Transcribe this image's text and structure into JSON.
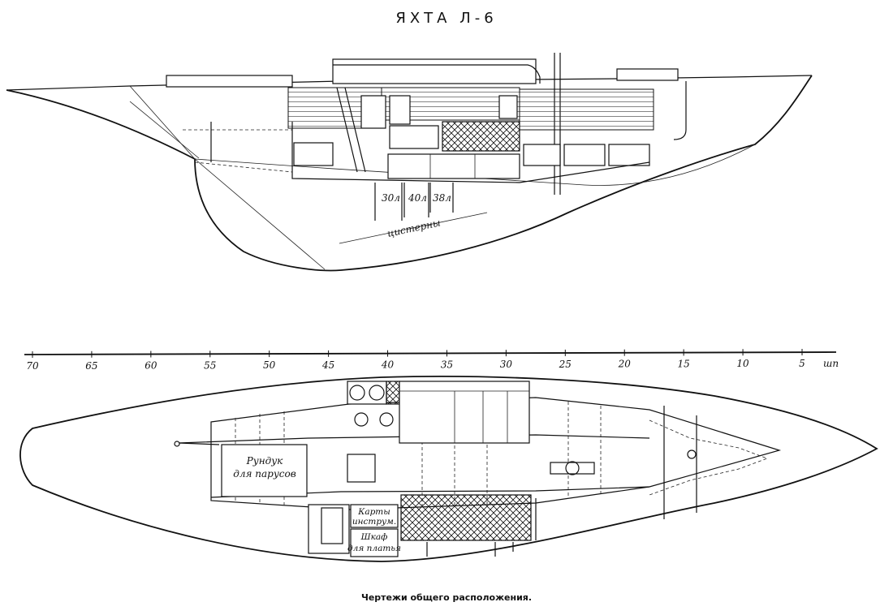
{
  "title": "ЯХТА Л-6",
  "caption": "Чертежи общего расположения.",
  "scale": {
    "unit": "шп",
    "ticks": [
      "70",
      "65",
      "60",
      "55",
      "50",
      "45",
      "40",
      "35",
      "30",
      "25",
      "20",
      "15",
      "10",
      "5"
    ]
  },
  "profile_labels": {
    "tank_1": "30л",
    "tank_2": "40л",
    "tank_3": "38л",
    "tanks": "цистерны"
  },
  "plan_labels": {
    "sail_locker_line1": "Рундук",
    "sail_locker_line2": "для парусов",
    "charts_line1": "Карты",
    "charts_line2": "инструм.",
    "wardrobe_line1": "Шкаф",
    "wardrobe_line2": "для платья"
  }
}
